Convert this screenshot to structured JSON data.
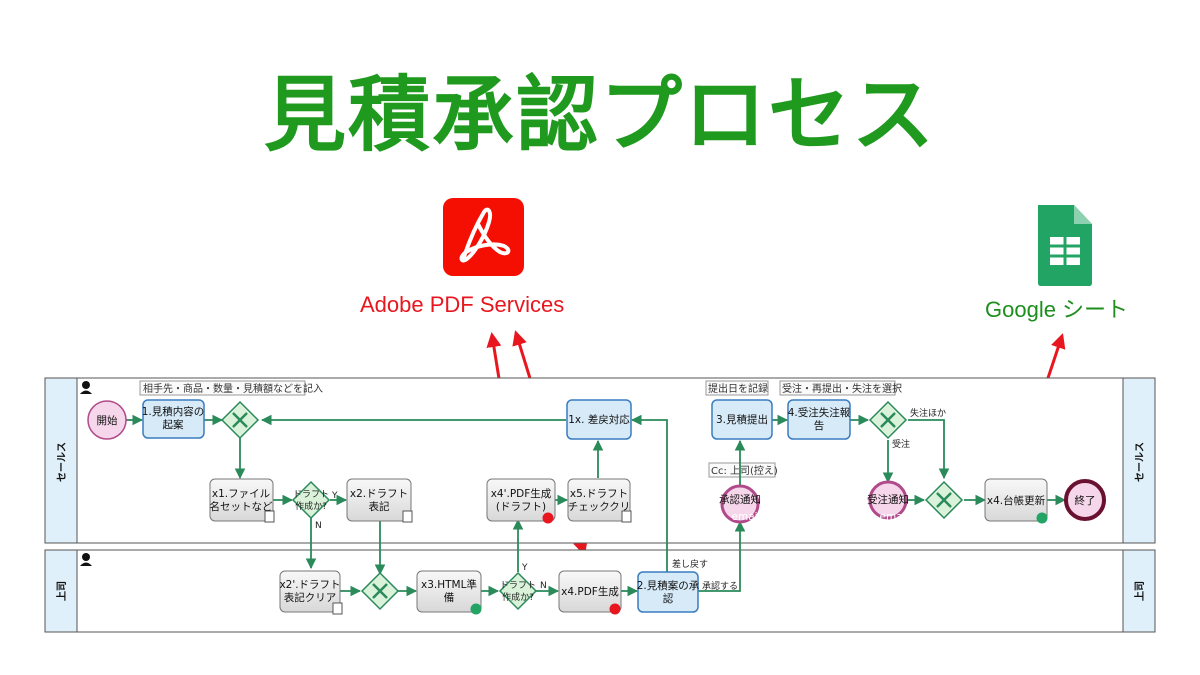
{
  "title": "見積承認プロセス",
  "services": {
    "adobe": {
      "label": "Adobe PDF Services",
      "color": "#e8171f"
    },
    "google": {
      "label": "Google シート",
      "color": "#1e8e1e"
    }
  },
  "lanes": [
    {
      "name": "セールス"
    },
    {
      "name": "上司"
    }
  ],
  "notes": {
    "n1": "相手先・商品・数量・見積額などを記入",
    "n2": "提出日を記録",
    "n3": "受注・再提出・失注を選択",
    "n4": "Cc: 上司(控え)"
  },
  "events": {
    "start": "開始",
    "end": "終了",
    "approve_notice_1": "承認通知",
    "approve_notice_2": "email",
    "order_notice_1": "受注通知",
    "order_notice_2": "email"
  },
  "tasks": {
    "t1_1": "1.見積内容の",
    "t1_2": "起案",
    "t1x": "1x. 差戻対応",
    "t3": "3.見積提出",
    "t4_1": "4.受注失注報",
    "t4_2": "告",
    "tx1_1": "x1.ファイル",
    "tx1_2": "名セットなど",
    "tx2_1": "x2.ドラフト",
    "tx2_2": "表記",
    "tx4d_1": "x4'.PDF生成",
    "tx4d_2": "(ドラフト)",
    "tx5_1": "x5.ドラフト",
    "tx5_2": "チェッククリ",
    "tx4t": "x4.台帳更新",
    "tx2c_1": "x2'.ドラフト",
    "tx2c_2": "表記クリア",
    "tx3_1": "x3.HTML準",
    "tx3_2": "備",
    "tx4p": "x4.PDF生成",
    "t2_1": "2.見積案の承",
    "t2_2": "認"
  },
  "gateways": {
    "g1_1": "ドラフト",
    "g1_2": "作成か?",
    "g2_1": "ドラフト",
    "g2_2": "作成か?",
    "yes": "Y",
    "no": "N",
    "lost": "失注ほか",
    "won": "受注"
  },
  "flows": {
    "back": "差し戻す",
    "approve": "承認する"
  }
}
